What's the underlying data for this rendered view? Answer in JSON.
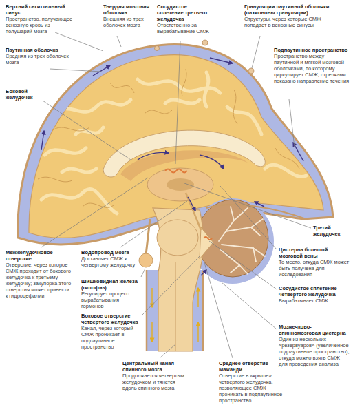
{
  "diagram": {
    "labels": [
      "Верхний сагиттальный синус",
      "Пространство, получающее венозную кровь из полушарий мозга",
      "Твердая мозговая оболочка",
      "Внешняя из трех оболочек мозга",
      "Сосудистое сплетение третьего желудочка",
      "Ответственно за вырабатывание СМЖ",
      "Грануляции паутинной оболочки (пахионовы грануляции)",
      "Структуры, через которые СМЖ попадает в венозные синусы",
      "Паутинная оболочка",
      "Средняя из трех оболочек мозга",
      "Подпаутинное пространство",
      "Пространство между паутинной и мягкой мозговой оболочками, по которому циркулирует СМЖ; стрелками показано направление течения",
      "Боковой желудочек",
      "Третий желудочек",
      "Межжелудочковое отверстие",
      "Отверстие, через которое СМЖ проходит от бокового желудочка к третьему желудочку; закупорка этого отверстия может привести к гидроцефалии",
      "Водопровод мозга",
      "Доставляет СМЖ к четвертому желудочку",
      "Цистерна большой мозговой вены",
      "То место, откуда СМЖ может быть получена для исследования",
      "Шишковидная железа (гипофиз)",
      "Регулирует процесс вырабатывания гормонов",
      "Сосудистое сплетение четвертого желудочка",
      "Вырабатывает СМЖ",
      "Боковое отверстие четвертого желудочка",
      "Канал, через который СМЖ проникает в подпаутинное пространство",
      "Мозжечково-спинномозговая цистерна",
      "Один из нескольких «резервуаров» (увеличенное подпаутинное пространство), откуда можно взять СМЖ для проведения анализа",
      "Центральный канал спинного мозга",
      "Продолжается четвертым желудочком и тянется вдоль спинного мозга",
      "Среднее отверстие Мажанди",
      "Отверстие в «крыше» четвертого желудочка, позволяющее СМЖ проникать в подпаутинное пространство"
    ]
  }
}
